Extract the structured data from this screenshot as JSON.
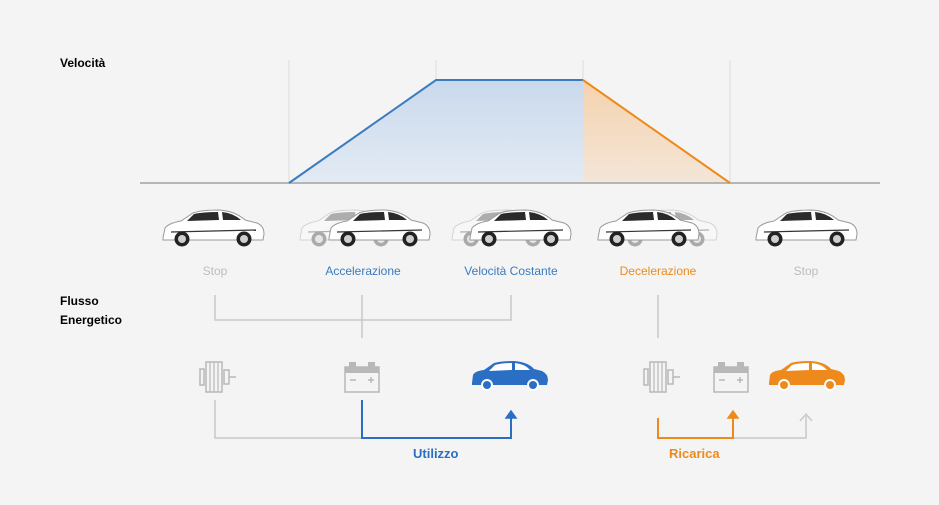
{
  "labels": {
    "speed": "Velocità",
    "energy_flow_line1": "Flusso",
    "energy_flow_line2": "Energetico"
  },
  "phases": [
    {
      "label": "Stop",
      "color": "#bdbdbd"
    },
    {
      "label": "Accelerazione",
      "color": "#3b7bbf"
    },
    {
      "label": "Velocità Costante",
      "color": "#3b7bbf"
    },
    {
      "label": "Decelerazione",
      "color": "#ee8a1c"
    },
    {
      "label": "Stop",
      "color": "#bdbdbd"
    }
  ],
  "flows": {
    "usage": {
      "label": "Utilizzo",
      "color": "#2a6fc3"
    },
    "recharge": {
      "label": "Ricarica",
      "color": "#ee8a1c"
    }
  },
  "colors": {
    "blue": "#2a6fc3",
    "orange": "#ee8a1c",
    "grey": "#c8c8c8"
  },
  "icons": [
    "motor-icon",
    "battery-icon",
    "car-icon"
  ]
}
